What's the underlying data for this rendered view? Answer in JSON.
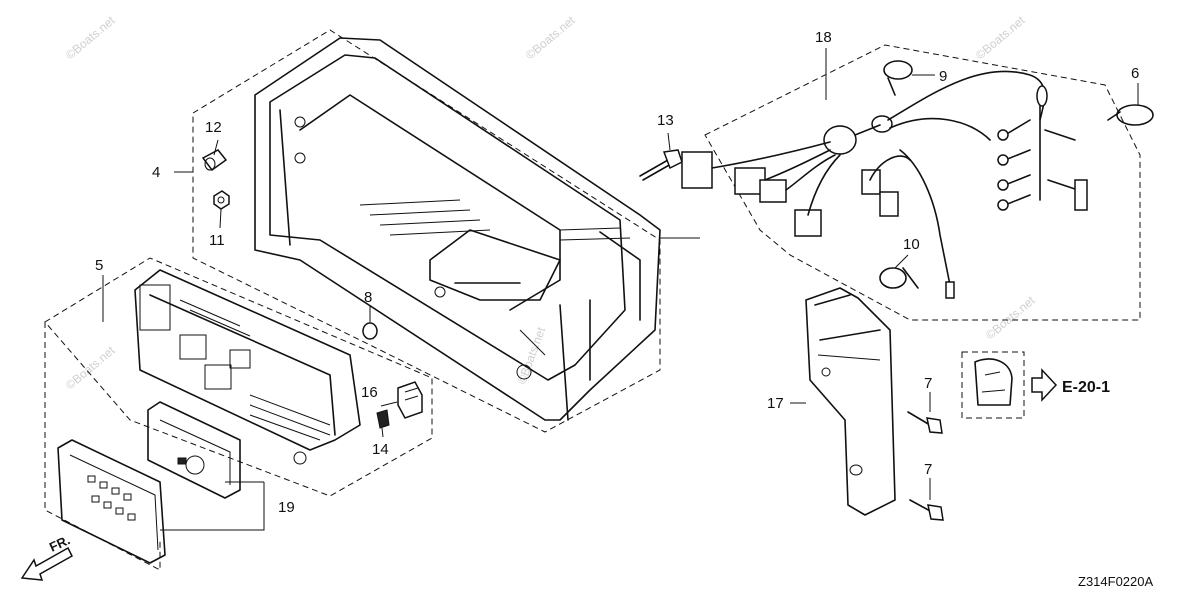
{
  "diagram": {
    "drawing_code": "Z314F0220A",
    "reference": "E-20-1",
    "front_label": "FR.",
    "watermark": "©Boats.net",
    "callouts": [
      "4",
      "5",
      "6",
      "7",
      "7",
      "8",
      "9",
      "10",
      "11",
      "12",
      "13",
      "14",
      "16",
      "17",
      "18",
      "19"
    ]
  }
}
